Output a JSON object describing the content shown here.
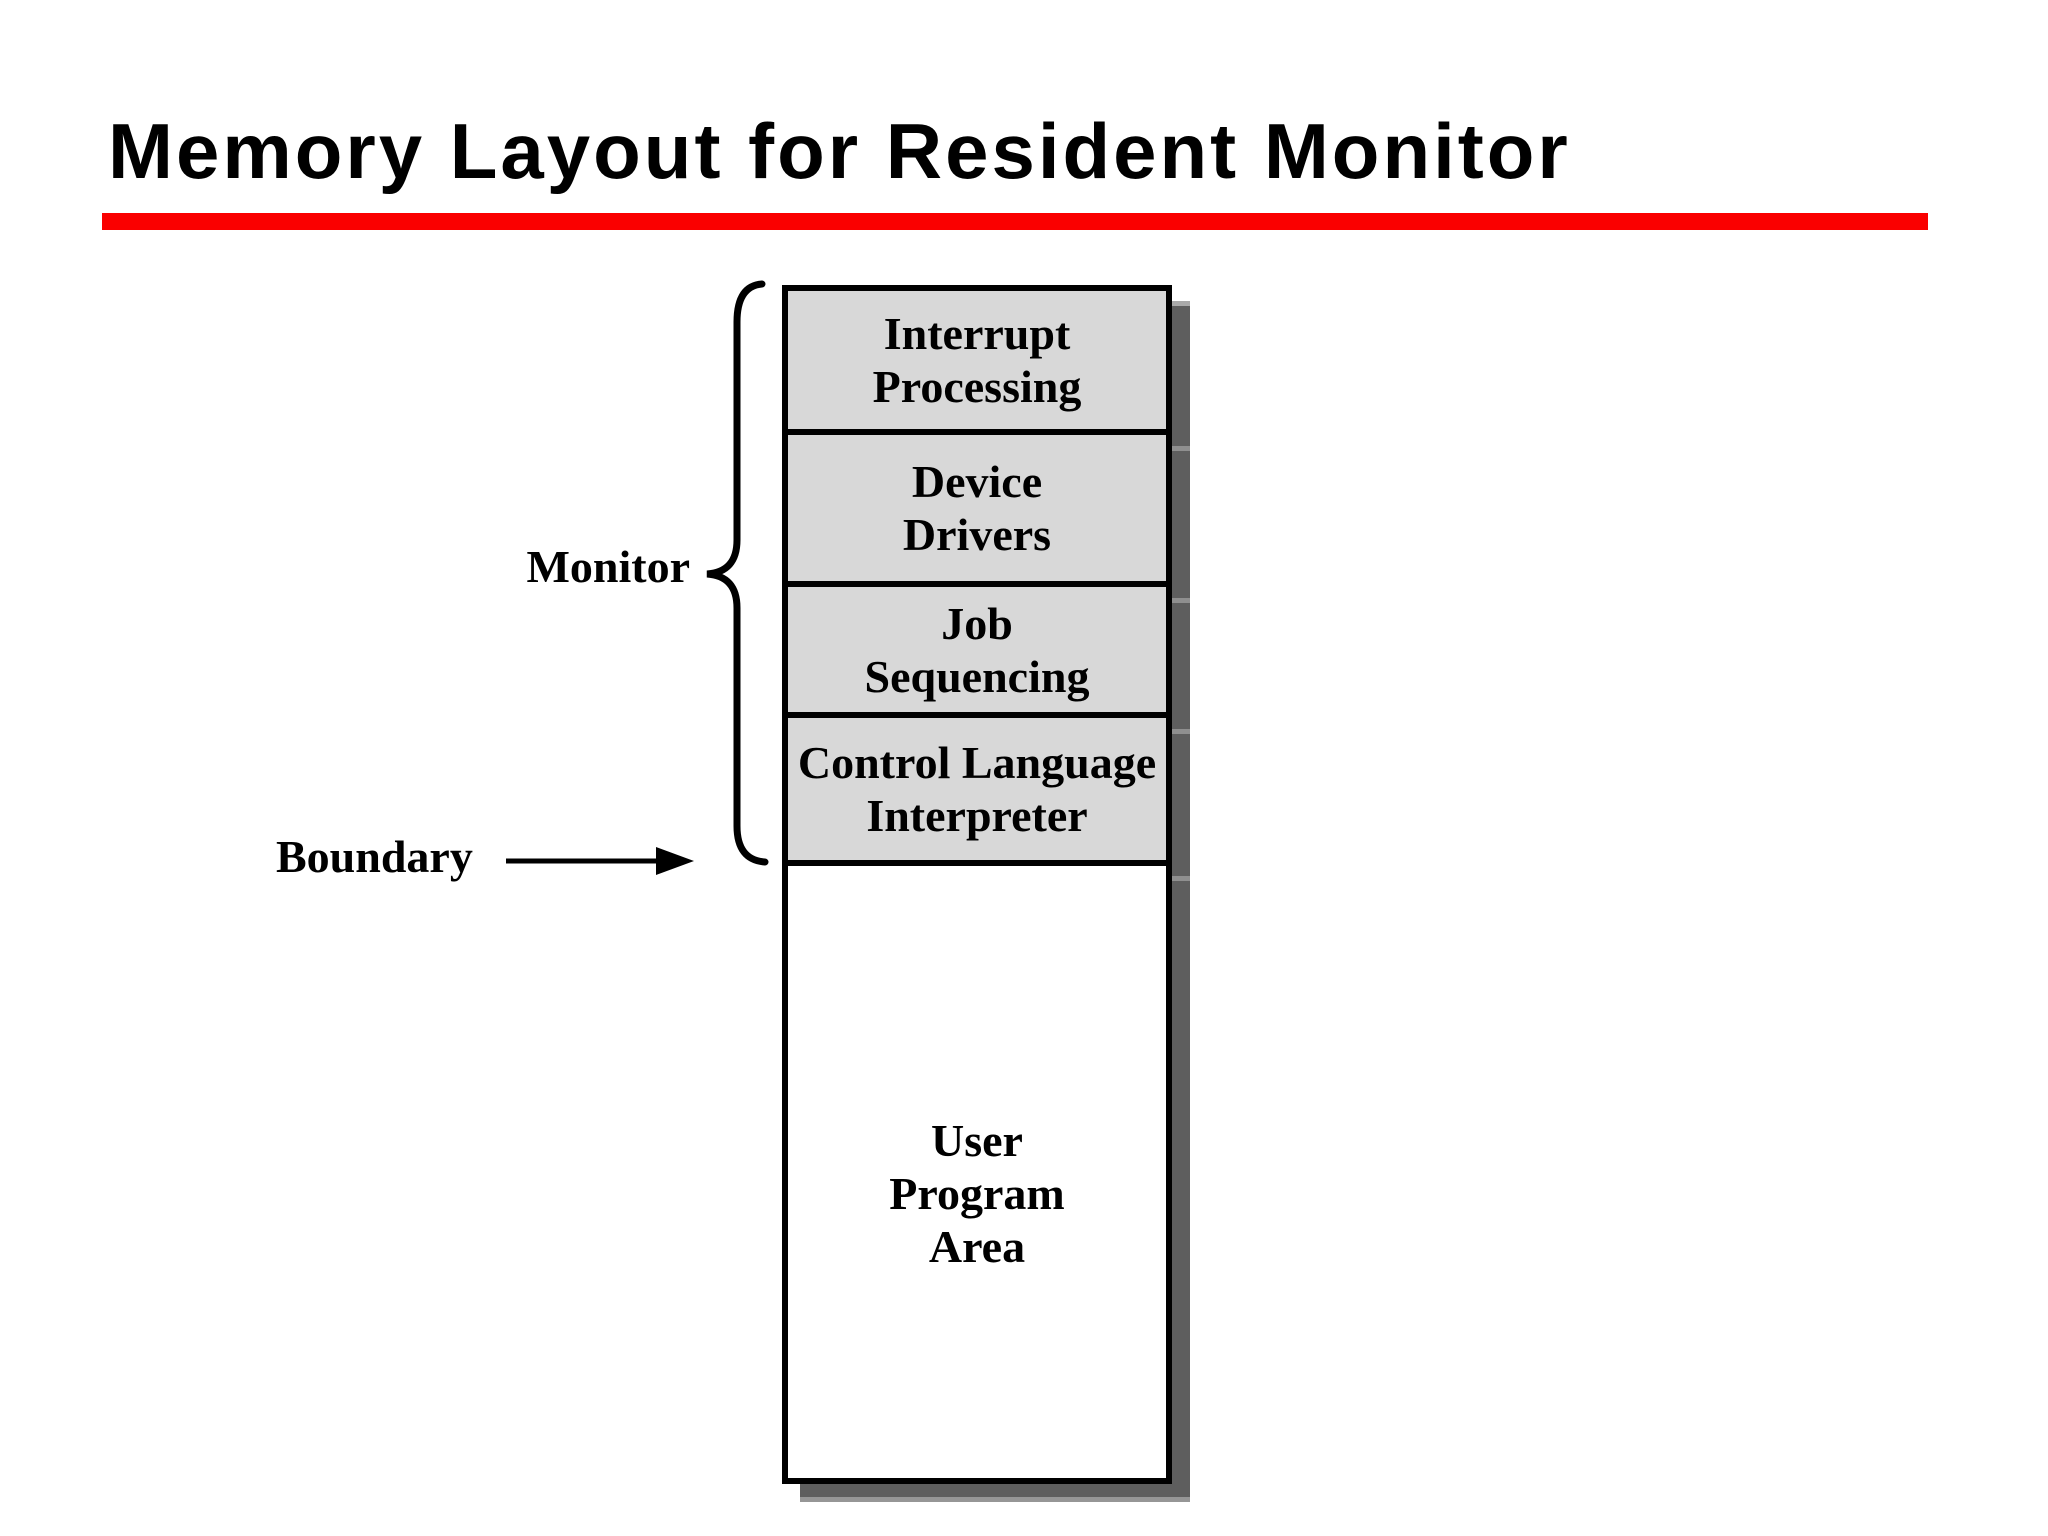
{
  "slide": {
    "title": "Memory Layout for Resident Monitor",
    "title_underline_color": "#fa0000",
    "background_color": "#ffffff"
  },
  "diagram": {
    "monitor_brace_label": "Monitor",
    "boundary_label": "Boundary",
    "block_fill_color": "#d8d8d8",
    "user_area_fill_color": "#ffffff",
    "border_color": "#000000",
    "shadow_color": "#5e5e5e",
    "memory_blocks": [
      {
        "name": "interrupt-processing",
        "lines": [
          "Interrupt",
          "Processing"
        ]
      },
      {
        "name": "device-drivers",
        "lines": [
          "Device",
          "Drivers"
        ]
      },
      {
        "name": "job-sequencing",
        "lines": [
          "Job",
          "Sequencing"
        ]
      },
      {
        "name": "control-language-interpreter",
        "lines": [
          "Control Language",
          "Interpreter"
        ]
      },
      {
        "name": "user-program-area",
        "lines": [
          "User",
          "Program",
          "Area"
        ]
      }
    ]
  }
}
